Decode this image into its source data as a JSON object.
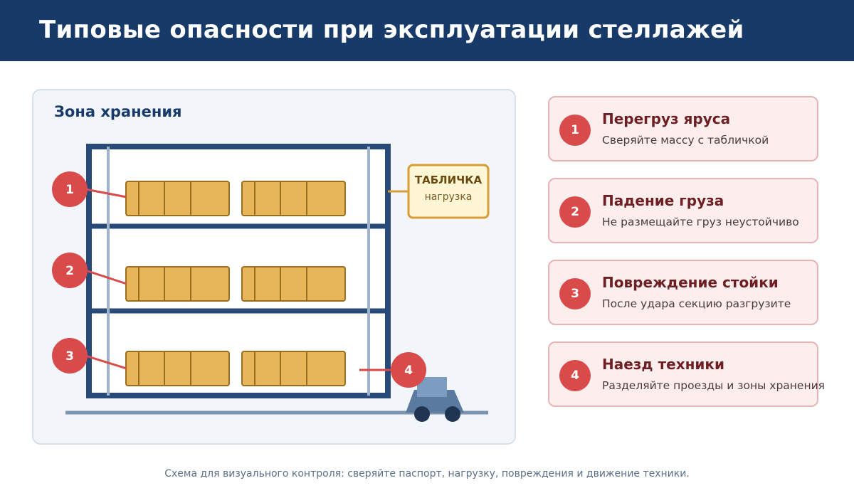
{
  "header": {
    "title": "Типовые опасности при эксплуатации стеллажей"
  },
  "zone": {
    "title": "Зона хранения"
  },
  "plate": {
    "line1": "ТАБЛИЧКА",
    "line2": "нагрузка"
  },
  "markers": [
    "1",
    "2",
    "3",
    "4"
  ],
  "cards": [
    {
      "num": "1",
      "title": "Перегруз яруса",
      "text": "Сверяйте массу с табличкой"
    },
    {
      "num": "2",
      "title": "Падение груза",
      "text": "Не размещайте груз неустойчиво"
    },
    {
      "num": "3",
      "title": "Повреждение стойки",
      "text": "После удара секцию разгрузите"
    },
    {
      "num": "4",
      "title": "Наезд техники",
      "text": "Разделяйте проезды и зоны хранения"
    }
  ],
  "footer": {
    "text": "Схема для визуального контроля: сверяйте паспорт, нагрузку, повреждения и движение техники."
  },
  "colors": {
    "header": "#173a68",
    "frame": "#284a78",
    "hazard": "#d94b4b",
    "cargo": "#e8b65a",
    "plate": "#d69e35",
    "forklift": "#5b7aa0"
  }
}
